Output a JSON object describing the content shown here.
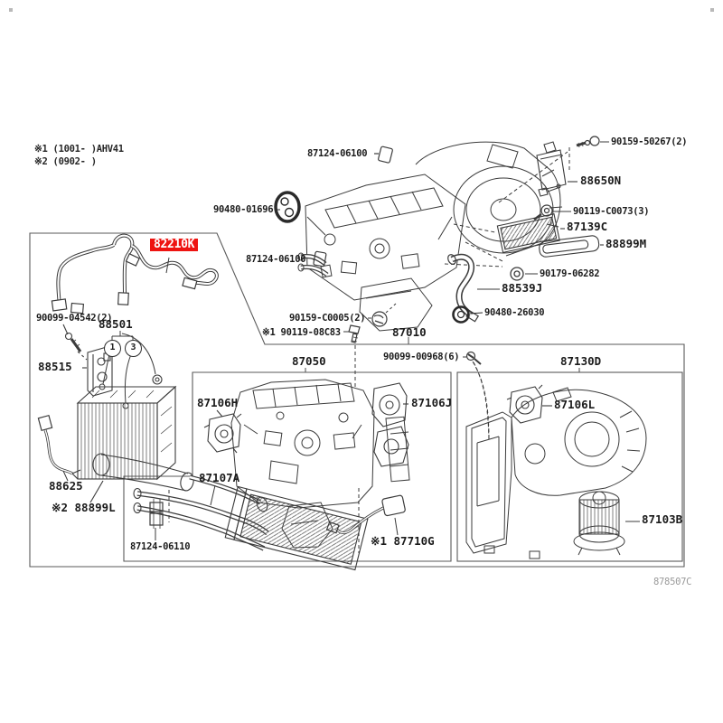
{
  "diagram": {
    "legend": {
      "note1": "※1 (1001-    )AHV41",
      "note2": "※2 (0902-    )"
    },
    "drawing_code": "878507C",
    "highlighted_part": "82210K",
    "callouts": {
      "c1": "1",
      "c3": "3"
    },
    "assemblies": {
      "g87010": "87010",
      "g87050": "87050",
      "g87130d": "87130D"
    },
    "colors": {
      "highlight_bg": "#ee1411",
      "highlight_text": "#ffffff",
      "line_art": "#3b3b3b",
      "box_line": "#5a5a5a",
      "label_text": "#1b1b1b",
      "footer_text": "#9a9a9a"
    },
    "parts": {
      "p87124_06100_a": "87124-06100",
      "p90480_01696": "90480-01696",
      "p90159_50267": "90159-50267(2)",
      "p88650n": "88650N",
      "p90119_c0073": "90119-C0073(3)",
      "p87139c": "87139C",
      "p88899m": "88899M",
      "p90179_06282": "90179-06282",
      "p88539j": "88539J",
      "p90480_26030": "90480-26030",
      "p87124_06100_b": "87124-06100",
      "p90159_c0005": "90159-C0005(2)",
      "p90119_08c83": "※1 90119-08C83",
      "p90099_00968": "90099-00968(6)",
      "p82210k": "82210K",
      "p90099_04542": "90099-04542(2)",
      "p88501": "88501",
      "p88515": "88515",
      "p88625": "88625",
      "p88899l": "※2 88899L",
      "p87124_06110": "87124-06110",
      "p87107a": "87107A",
      "p87106h": "87106H",
      "p87106j": "87106J",
      "p87106l": "87106L",
      "p87103b": "87103B",
      "p87710g": "※1 87710G"
    }
  }
}
